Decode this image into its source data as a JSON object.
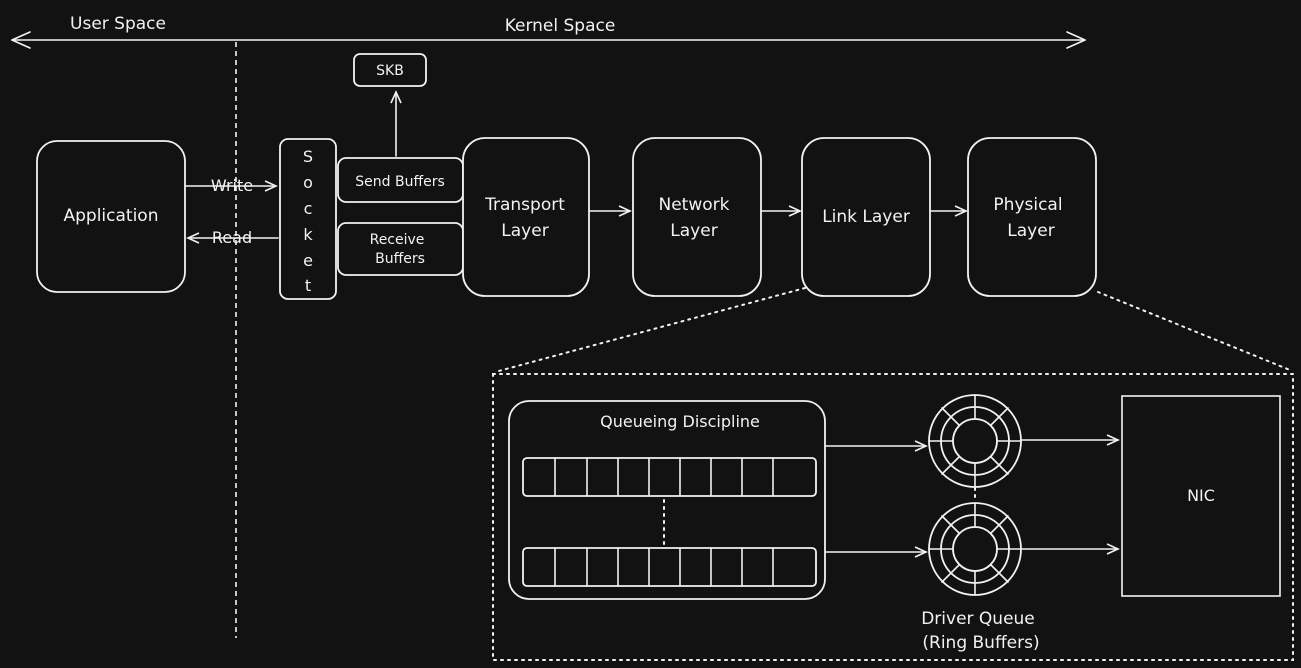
{
  "top": {
    "user_space": "User Space",
    "kernel_space": "Kernel Space"
  },
  "skb": "SKB",
  "application": "Application",
  "write": "Write",
  "read": "Read",
  "socket_letters": [
    "S",
    "o",
    "c",
    "k",
    "e",
    "t"
  ],
  "send_buffers": "Send Buffers",
  "receive_buffers": {
    "line1": "Receive",
    "line2": "Buffers"
  },
  "transport": {
    "line1": "Transport",
    "line2": "Layer"
  },
  "network": {
    "line1": "Network",
    "line2": "Layer"
  },
  "link": "Link Layer",
  "physical": {
    "line1": "Physical",
    "line2": "Layer"
  },
  "qdisc": "Queueing Discipline",
  "nic": "NIC",
  "driver_queue": {
    "line1": "Driver Queue",
    "line2": "(Ring Buffers)"
  }
}
